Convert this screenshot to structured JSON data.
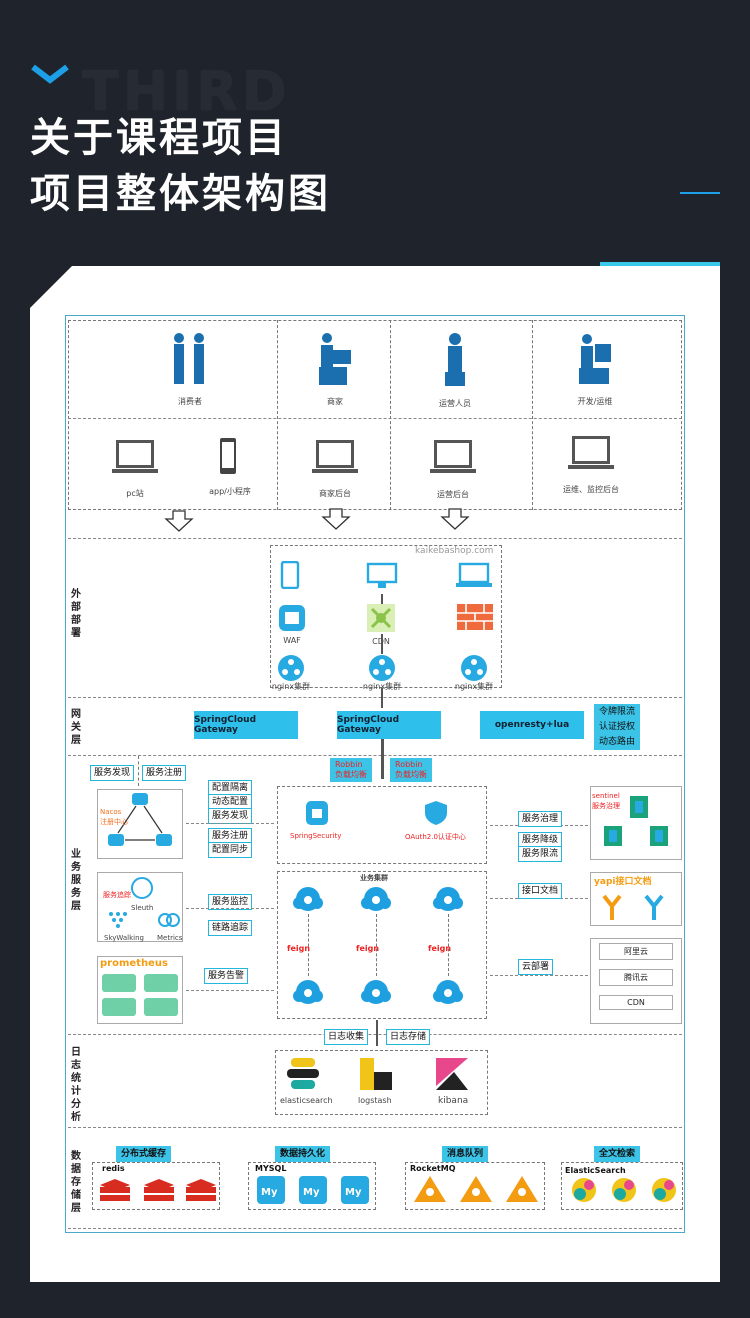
{
  "header": {
    "ghost": "THIRD",
    "title_line1": "关于课程项目",
    "title_line2": "项目整体架构图"
  },
  "roles": [
    "消费者",
    "商家",
    "运营人员",
    "开发/运维"
  ],
  "devices": [
    "pc站",
    "app/小程序",
    "商家后台",
    "运营后台",
    "运维、监控后台"
  ],
  "layers": {
    "external": "外部部署",
    "gateway": "网关层",
    "business": "业务服务层",
    "log": "日志统计分析",
    "data": "数据存储层"
  },
  "watermark": "kaikebashop.com",
  "external": {
    "waf": "WAF",
    "cdn": "CDN",
    "nginx": [
      "nginx集群",
      "nginx集群",
      "nginx集群"
    ]
  },
  "gateway": {
    "boxes": [
      "SpringCloud Gateway",
      "SpringCloud Gateway",
      "openresty+lua"
    ],
    "features": [
      "令牌限流",
      "认证授权",
      "动态路由"
    ]
  },
  "ribbon": [
    "Robbin 负载均衡",
    "Robbin 负载均衡"
  ],
  "left_labels": {
    "discover": "服务发现",
    "register": "服务注册",
    "config": [
      "配置隔离",
      "动态配置",
      "服务发现"
    ],
    "config2": [
      "服务注册",
      "配置同步"
    ],
    "monitor": "服务监控",
    "trace": "链路追踪",
    "alert": "服务告警"
  },
  "nacos": {
    "name": "Nacos",
    "sub": "注册中心"
  },
  "tracing": {
    "title": "服务追踪",
    "sleuth": "Sleuth",
    "skywalking": "SkyWalking",
    "metrics": "Metrics"
  },
  "prometheus": "prometheus",
  "security": {
    "spring": "SpringSecurity",
    "oauth": "OAuth2.0认证中心"
  },
  "cluster": {
    "title": "业务集群",
    "feign": "feign"
  },
  "right_labels": {
    "governance": [
      "服务治理",
      "服务降级",
      "服务限流"
    ],
    "api": "接口文档",
    "cloud": "云部署"
  },
  "sentinel": {
    "name": "sentinel",
    "sub": "服务治理"
  },
  "yapi": "yapi接口文档",
  "clouds": [
    "阿里云",
    "腾讯云",
    "CDN"
  ],
  "logs": {
    "collect": "日志收集",
    "store": "日志存储",
    "tools": [
      "elasticsearch",
      "logstash",
      "kibana"
    ]
  },
  "data": {
    "titles": [
      "分布式缓存",
      "数据持久化",
      "消息队列",
      "全文检索"
    ],
    "names": [
      "redis",
      "MYSQL",
      "RocketMQ",
      "ElasticSearch"
    ]
  }
}
